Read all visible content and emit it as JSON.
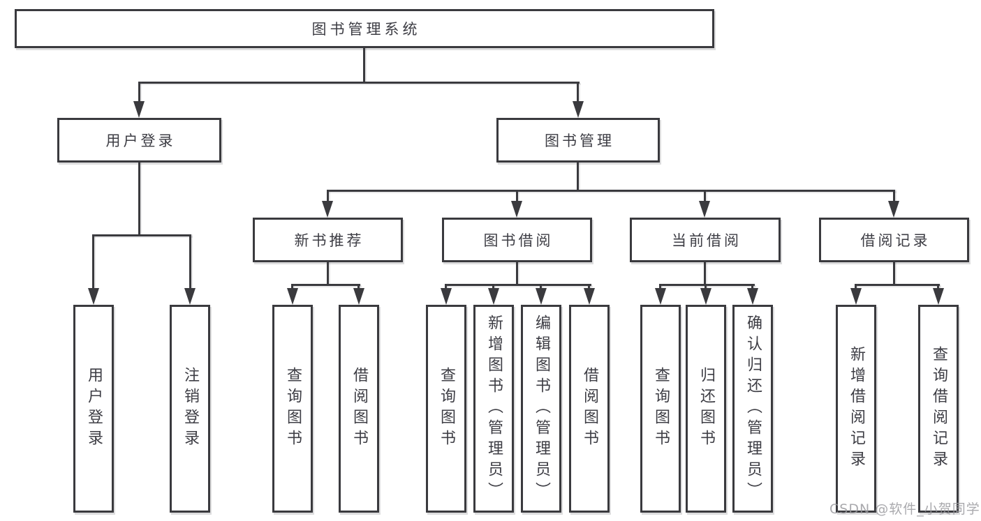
{
  "colors": {
    "line": "#3a3a3e",
    "text": "#3d3d44",
    "watermark_gray": "#9b9b9f",
    "background": "#ffffff"
  },
  "watermark": "CSDN @软件_小贺同学",
  "tree": {
    "root": "图书管理系统",
    "login": {
      "label": "用户登录",
      "children": [
        "用户登录",
        "注销登录"
      ]
    },
    "management": {
      "label": "图书管理",
      "sections": [
        {
          "label": "新书推荐",
          "children": [
            "查询图书",
            "借阅图书"
          ]
        },
        {
          "label": "图书借阅",
          "children": [
            "查询图书",
            "新增图书（管理员）",
            "编辑图书（管理员）",
            "借阅图书"
          ]
        },
        {
          "label": "当前借阅",
          "children": [
            "查询图书",
            "归还图书",
            "确认归还（管理员）"
          ]
        },
        {
          "label": "借阅记录",
          "children": [
            "新增借阅记录",
            "查询借阅记录"
          ]
        }
      ]
    }
  }
}
